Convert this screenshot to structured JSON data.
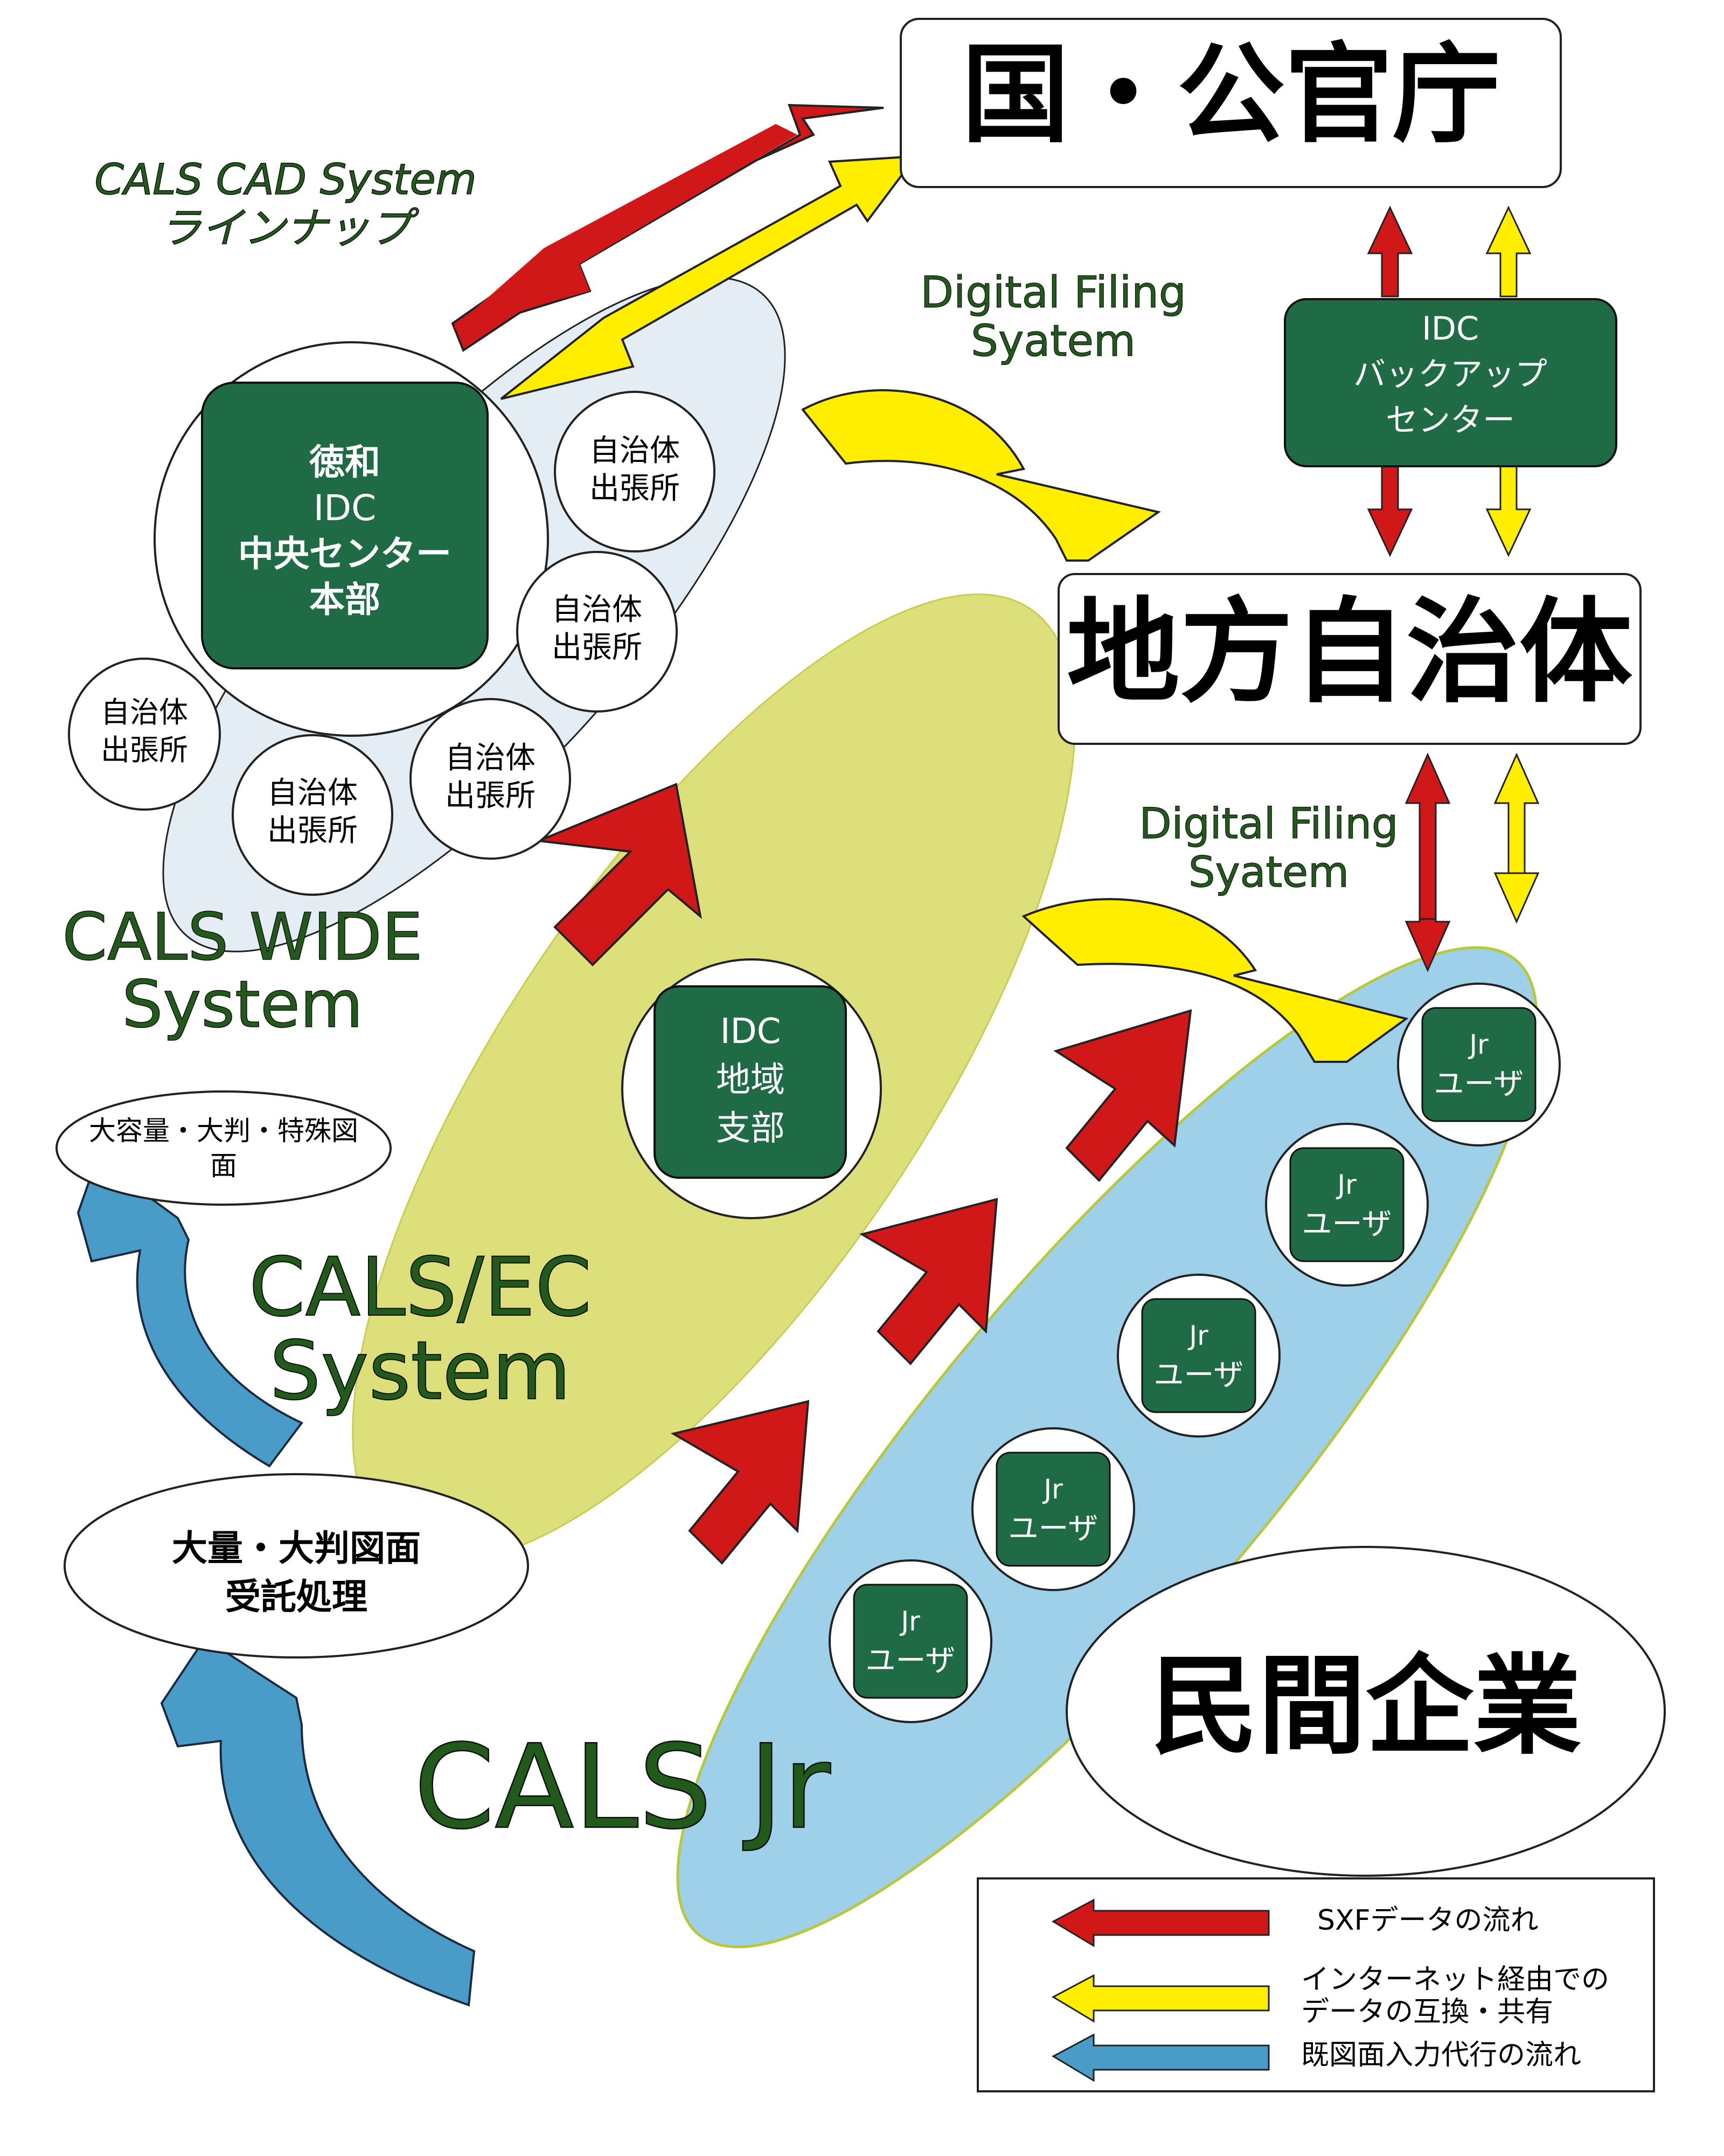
{
  "labels": {
    "kuni": "国・公官庁",
    "chiho": "地方自治体",
    "minkan": "民間企業",
    "lineup_l1": "CALS CAD System",
    "lineup_l2": "ラインナップ",
    "dfs1_l1": "Digital Filing",
    "dfs1_l2": "Syatem",
    "dfs2_l1": "Digital Filing",
    "dfs2_l2": "Syatem",
    "idc_backup": [
      "IDC",
      "バックアップ",
      "センター"
    ],
    "central": [
      "徳和",
      "IDC",
      "中央センター",
      "本部"
    ],
    "branch": "自治体",
    "branch2": "出張所",
    "regional": [
      "IDC",
      "地域",
      "支部"
    ],
    "wide_l1": "CALS WIDE",
    "wide_l2": "System",
    "ec_l1": "CALS/EC",
    "ec_l2": "System",
    "jr": "CALS Jr",
    "jr_user_l1": "Jr",
    "jr_user_l2": "ユーザ",
    "large_l1": "大容量・大判・特殊図",
    "large_l2": "面",
    "bulk_l1": "大量・大判図面",
    "bulk_l2": "受託処理"
  },
  "legend": {
    "sxf": "SXFデータの流れ",
    "internet_l1": "インターネット経由での",
    "internet_l2": "データの互換・共有",
    "input": "既図面入力代行の流れ"
  },
  "colors": {
    "green_box": "#1e6b45",
    "dark_green_text": "#225a1c",
    "red_arrow": "#d01818",
    "yellow_arrow": "#ffee00",
    "blue_arrow": "#4a9cc8",
    "light_blue_ellipse": "#9fd0ea",
    "pale_blue_ellipse": "#e4edf3",
    "yellow_green_ellipse": "#dde07a"
  },
  "icons": [
    "red-arrow-icon",
    "yellow-arrow-icon",
    "blue-arrow-icon"
  ]
}
